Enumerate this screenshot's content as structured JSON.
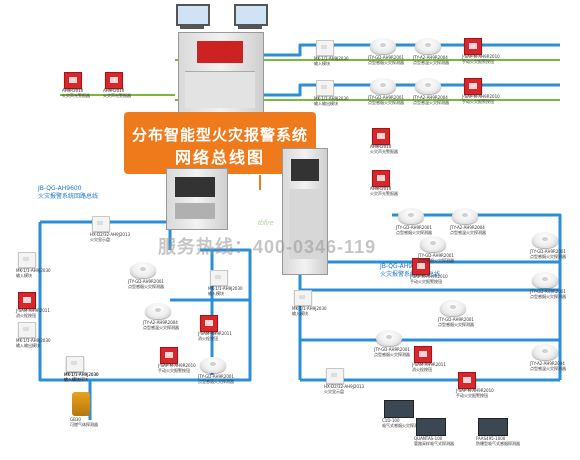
{
  "title": {
    "line1": "分布智能型火灾报警系统",
    "line2": "网络总线图"
  },
  "hotline": "服务热线：400-0346-119",
  "watermark": "tbfire",
  "colors": {
    "loop_blue": "#2a8fd6",
    "net_green": "#7ab83d",
    "title_orange": "#ef7a1c",
    "device_red": "#d8262b"
  },
  "loops": [
    {
      "name": "JB-QG-AH9600",
      "caption": "火灾报警系统回路总线"
    },
    {
      "name": "JB-QG-AH9600",
      "caption": "火灾报警系统回路总线"
    }
  ],
  "devices": [
    {
      "id": "top-a1",
      "kind": "red",
      "code": "AH9R2010",
      "desc": "火灾声光警报器"
    },
    {
      "id": "top-a2",
      "kind": "red",
      "code": "AH9R2010",
      "desc": "火灾声光警报器"
    },
    {
      "id": "top-b1",
      "kind": "mod",
      "code": "MK-1/1-AH9J2030",
      "desc": "输入模块"
    },
    {
      "id": "top-b2",
      "kind": "det",
      "code": "JTY-GD-AH9R2001",
      "desc": "点型感烟火灾探测器"
    },
    {
      "id": "top-b3",
      "kind": "det",
      "code": "JTY-A2-AH9R2004",
      "desc": "点型感温火灾探测器"
    },
    {
      "id": "top-b4",
      "kind": "red",
      "code": "J-SAP-M-AH9R2010",
      "desc": "手动火灾报警按钮"
    },
    {
      "id": "top-c1",
      "kind": "mod",
      "code": "MK-1/1-AH9J2030",
      "desc": "输入输出模块"
    },
    {
      "id": "top-c2",
      "kind": "det",
      "code": "JTY-GD-AH9R2001",
      "desc": "点型感烟火灾探测器"
    },
    {
      "id": "top-c3",
      "kind": "det",
      "code": "JTY-A2-AH9R2004",
      "desc": "点型感温火灾探测器"
    },
    {
      "id": "top-c4",
      "kind": "red",
      "code": "J-SAP-M-AH9R2010",
      "desc": "手动火灾报警按钮"
    },
    {
      "id": "mid-r1",
      "kind": "red",
      "code": "AH9R2010",
      "desc": "火灾声光警报器"
    },
    {
      "id": "mid-r2",
      "kind": "red",
      "code": "AH9R2010",
      "desc": "火灾声光警报器"
    },
    {
      "id": "l-d1",
      "kind": "mod",
      "code": "HX-D2/32-AH9J2013",
      "desc": "火灾显示盘"
    },
    {
      "id": "l-m1",
      "kind": "mod",
      "code": "MK-1/1-AH9J2030",
      "desc": "输入模块"
    },
    {
      "id": "l-r1",
      "kind": "red",
      "code": "J-SAM-AH9R2011",
      "desc": "消火栓按钮"
    },
    {
      "id": "l-m2",
      "kind": "mod",
      "code": "MK-1/1-AH9J2030",
      "desc": "输入输出模块"
    },
    {
      "id": "l-m3",
      "kind": "mod",
      "code": "MK-1/1-AH9J2030",
      "desc": "输入模块"
    },
    {
      "id": "l-m4",
      "kind": "mod",
      "code": "MK-1/1-AH9J2030",
      "desc": "输入输出模块"
    },
    {
      "id": "l-gas",
      "kind": "gas",
      "code": "GB30",
      "desc": "可燃气体探测器"
    },
    {
      "id": "l-det1",
      "kind": "det",
      "code": "JTY-GD-AH9R2001",
      "desc": "点型感烟火灾探测器"
    },
    {
      "id": "l-det2",
      "kind": "det",
      "code": "JTY-A2-AH9R2004",
      "desc": "点型感温火灾探测器"
    },
    {
      "id": "l-r2",
      "kind": "red",
      "code": "J-SAP-M-AH9R2010",
      "desc": "手动火灾报警按钮"
    },
    {
      "id": "l-m5",
      "kind": "mod",
      "code": "MK-1/1-AH9J2030",
      "desc": "输入模块"
    },
    {
      "id": "l-r3",
      "kind": "red",
      "code": "J-SAM-AH9R2011",
      "desc": "消火栓按钮"
    },
    {
      "id": "l-det3",
      "kind": "det",
      "code": "JTY-GD-AH9R2001",
      "desc": "点型感烟火灾探测器"
    },
    {
      "id": "r-det1",
      "kind": "det",
      "code": "JTY-GD-AH9R2001",
      "desc": "点型感烟火灾探测器"
    },
    {
      "id": "r-det2",
      "kind": "det",
      "code": "JTY-A2-AH9R2004",
      "desc": "点型感温火灾探测器"
    },
    {
      "id": "r-det3",
      "kind": "det",
      "code": "JTY-GD-AH9R2001",
      "desc": "点型感烟火灾探测器"
    },
    {
      "id": "r-r1",
      "kind": "red",
      "code": "J-SAP-M-AH9R2010",
      "desc": "手动火灾报警按钮"
    },
    {
      "id": "r-det4",
      "kind": "det",
      "code": "JTY-GD-AH9R2001",
      "desc": "点型感烟火灾探测器"
    },
    {
      "id": "r-det5",
      "kind": "det",
      "code": "JTY-GD-AH9R2001",
      "desc": "点型感烟火灾探测器"
    },
    {
      "id": "r-m1",
      "kind": "mod",
      "code": "MK-1/1-AH9J2030",
      "desc": "输入模块"
    },
    {
      "id": "r-det6",
      "kind": "det",
      "code": "JTY-A2-AH9R2004",
      "desc": "点型感温火灾探测器"
    },
    {
      "id": "r-disp",
      "kind": "mod",
      "code": "HX-D2/32-AH9J2013",
      "desc": "火灾显示盘"
    },
    {
      "id": "r-r2",
      "kind": "red",
      "code": "J-SAM-AH9R2011",
      "desc": "消火栓按钮"
    },
    {
      "id": "r-r3",
      "kind": "red",
      "code": "J-SAP-M-AH9R2010",
      "desc": "手动火灾报警按钮"
    },
    {
      "id": "r-det7",
      "kind": "det",
      "code": "JTY-GD-AH9R2001",
      "desc": "点型感烟火灾探测器"
    },
    {
      "id": "r-det8",
      "kind": "det",
      "code": "JTY-GD-AH9R2001",
      "desc": "点型感烟火灾探测器"
    },
    {
      "id": "r-gas",
      "kind": "box",
      "code": "C1D-100",
      "desc": "吸气式感烟火灾探测器"
    },
    {
      "id": "r-q1",
      "kind": "box",
      "code": "QUANTAS-100",
      "desc": "管路采样吸气式探测器"
    },
    {
      "id": "r-q2",
      "kind": "box",
      "code": "FAAS495-1000",
      "desc": "防爆型吸气式感烟探测器"
    }
  ]
}
